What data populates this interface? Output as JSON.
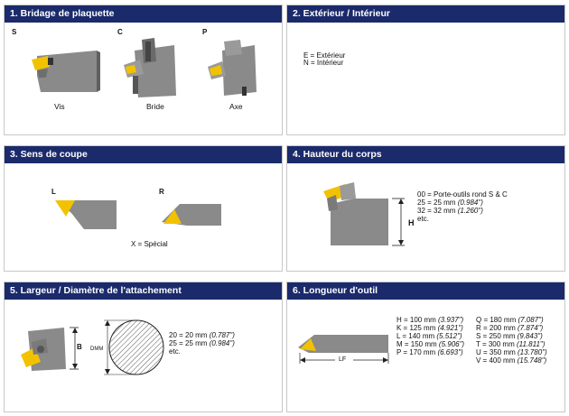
{
  "panels": [
    {
      "title": "1. Bridage de plaquette",
      "types": [
        {
          "code": "S",
          "caption": "Vis"
        },
        {
          "code": "C",
          "caption": "Bride"
        },
        {
          "code": "P",
          "caption": "Axe"
        }
      ]
    },
    {
      "title": "2. Extérieur / Intérieur",
      "lines": [
        "E = Extérieur",
        "N = Intérieur"
      ]
    },
    {
      "title": "3. Sens de coupe",
      "left_code": "L",
      "right_code": "R",
      "special": "X = Spécial"
    },
    {
      "title": "4. Hauteur du corps",
      "dim_label": "H",
      "lines": [
        {
          "text": "00 = Porte-outils rond S & C",
          "inch": ""
        },
        {
          "text": "25 = 25 mm ",
          "inch": "(0.984\")"
        },
        {
          "text": "32 = 32 mm ",
          "inch": "(1.260\")"
        },
        {
          "text": "etc.",
          "inch": ""
        }
      ]
    },
    {
      "title": "5. Largeur / Diamètre de l'attachement",
      "dim_b": "B",
      "dim_dmm": "DMM",
      "lines": [
        {
          "text": "20 = 20 mm ",
          "inch": "(0.787\")"
        },
        {
          "text": "25 = 25 mm ",
          "inch": "(0.984\")"
        },
        {
          "text": "etc.",
          "inch": ""
        }
      ]
    },
    {
      "title": "6. Longueur d'outil",
      "dim_lf": "LF",
      "col1": [
        {
          "text": "H = 100 mm ",
          "inch": "(3.937\")"
        },
        {
          "text": "K = 125 mm ",
          "inch": "(4.921\")"
        },
        {
          "text": "L = 140 mm ",
          "inch": "(5.512\")"
        },
        {
          "text": "M = 150 mm ",
          "inch": "(5.906\")"
        },
        {
          "text": "P = 170 mm ",
          "inch": "(6.693\")"
        }
      ],
      "col2": [
        {
          "text": "Q = 180 mm ",
          "inch": "(7.087\")"
        },
        {
          "text": "R = 200 mm ",
          "inch": "(7.874\")"
        },
        {
          "text": "S = 250 mm ",
          "inch": "(9.843\")"
        },
        {
          "text": "T = 300 mm ",
          "inch": "(11.811\")"
        },
        {
          "text": "U = 350 mm ",
          "inch": "(13.780\")"
        },
        {
          "text": "V = 400 mm ",
          "inch": "(15.748\")"
        }
      ]
    }
  ],
  "colors": {
    "header_bg": "#1b2a6b",
    "insert_yellow": "#f2c200",
    "body_gray": "#8a8a8a"
  }
}
